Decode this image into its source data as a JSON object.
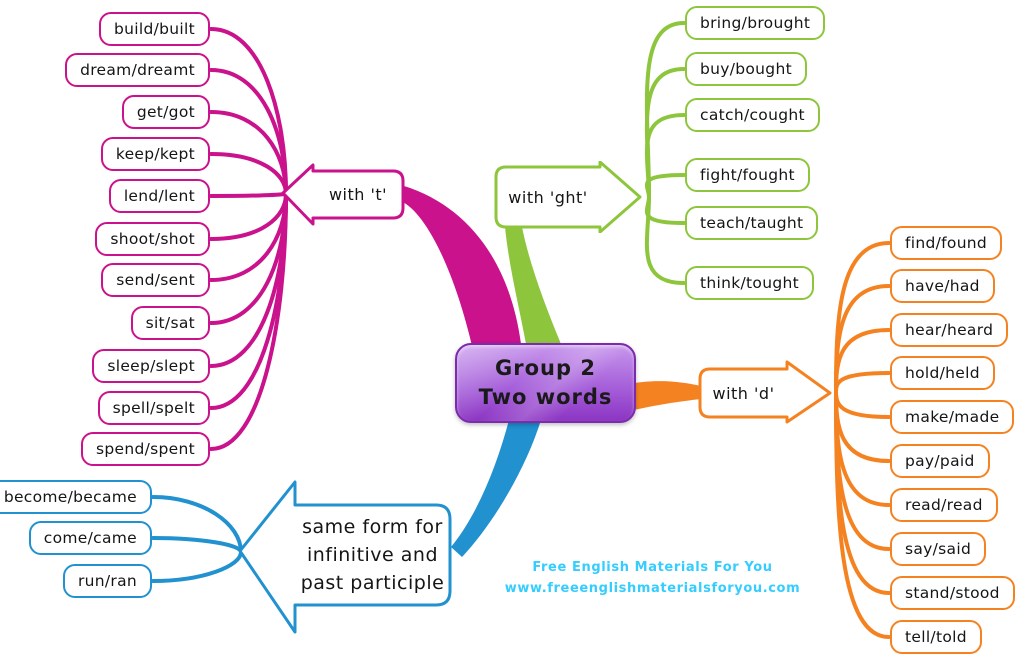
{
  "center": {
    "line1": "Group 2",
    "line2": "Two words",
    "fill_top": "#c796ec",
    "fill_bottom": "#8c35c3",
    "border_color": "#7d2bad"
  },
  "watermark": {
    "line1": "Free English Materials For You",
    "line2": "www.freeenglishmaterialsforyou.com",
    "color": "#35cdff"
  },
  "branches": [
    {
      "label": "with 't'",
      "color": "#c9128c",
      "nodes": [
        "build/built",
        "dream/dreamt",
        "get/got",
        "keep/kept",
        "lend/lent",
        "shoot/shot",
        "send/sent",
        "sit/sat",
        "sleep/slept",
        "spell/spelt",
        "spend/spent"
      ]
    },
    {
      "label": "with 'ght'",
      "color": "#8dc63c",
      "nodes": [
        "bring/brought",
        "buy/bought",
        "catch/cought",
        "fight/fought",
        "teach/taught",
        "think/tought"
      ]
    },
    {
      "label": "with 'd'",
      "color": "#f58220",
      "nodes": [
        "find/found",
        "have/had",
        "hear/heard",
        "hold/held",
        "make/made",
        "pay/paid",
        "read/read",
        "say/said",
        "stand/stood",
        "tell/told"
      ]
    },
    {
      "label_lines": [
        "same form for",
        "infinitive and",
        "past participle"
      ],
      "color": "#2191d0",
      "nodes": [
        "become/became",
        "come/came",
        "run/ran"
      ]
    }
  ]
}
